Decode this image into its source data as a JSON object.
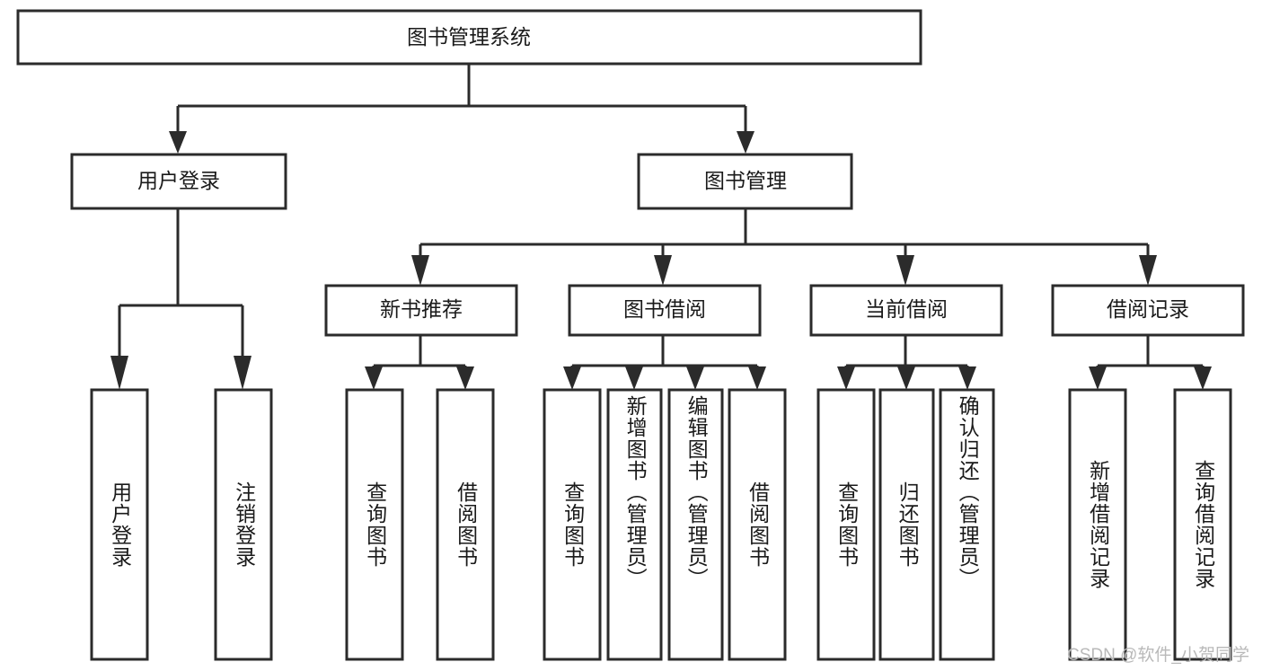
{
  "diagram": {
    "title": "图书管理系统",
    "type": "tree-hierarchy",
    "root": {
      "id": "root",
      "label": "图书管理系统",
      "orientation": "horizontal"
    },
    "level2": [
      {
        "id": "user-login",
        "label": "用户登录",
        "orientation": "horizontal"
      },
      {
        "id": "book-manage",
        "label": "图书管理",
        "orientation": "horizontal"
      }
    ],
    "level3": [
      {
        "id": "new-book-rec",
        "label": "新书推荐",
        "orientation": "horizontal",
        "parent": "book-manage"
      },
      {
        "id": "book-borrow",
        "label": "图书借阅",
        "orientation": "horizontal",
        "parent": "book-manage"
      },
      {
        "id": "current-borrow",
        "label": "当前借阅",
        "orientation": "horizontal",
        "parent": "book-manage"
      },
      {
        "id": "borrow-record",
        "label": "借阅记录",
        "orientation": "horizontal",
        "parent": "book-manage"
      }
    ],
    "leaves": [
      {
        "id": "leaf-user-login",
        "label": "用户登录",
        "parent": "user-login",
        "orientation": "vertical"
      },
      {
        "id": "leaf-user-logout",
        "label": "注销登录",
        "parent": "user-login",
        "orientation": "vertical"
      },
      {
        "id": "leaf-query-book-1",
        "label": "查询图书",
        "parent": "new-book-rec",
        "orientation": "vertical"
      },
      {
        "id": "leaf-borrow-book-1",
        "label": "借阅图书",
        "parent": "new-book-rec",
        "orientation": "vertical"
      },
      {
        "id": "leaf-query-book-2",
        "label": "查询图书",
        "parent": "book-borrow",
        "orientation": "vertical"
      },
      {
        "id": "leaf-add-book",
        "label": "新增图书（管理员）",
        "parent": "book-borrow",
        "orientation": "vertical"
      },
      {
        "id": "leaf-edit-book",
        "label": "编辑图书（管理员）",
        "parent": "book-borrow",
        "orientation": "vertical"
      },
      {
        "id": "leaf-borrow-book-2",
        "label": "借阅图书",
        "parent": "book-borrow",
        "orientation": "vertical"
      },
      {
        "id": "leaf-query-book-3",
        "label": "查询图书",
        "parent": "current-borrow",
        "orientation": "vertical"
      },
      {
        "id": "leaf-return-book",
        "label": "归还图书",
        "parent": "current-borrow",
        "orientation": "vertical"
      },
      {
        "id": "leaf-confirm-return",
        "label": "确认归还（管理员）",
        "parent": "current-borrow",
        "orientation": "vertical"
      },
      {
        "id": "leaf-add-record",
        "label": "新增借阅记录",
        "parent": "borrow-record",
        "orientation": "vertical"
      },
      {
        "id": "leaf-query-record",
        "label": "查询借阅记录",
        "parent": "borrow-record",
        "orientation": "vertical"
      }
    ],
    "colors": {
      "box_stroke": "#2b2b2b",
      "box_fill": "#ffffff",
      "text": "#1a1a1a",
      "background": "#ffffff",
      "watermark": "#b9b9b9"
    }
  },
  "watermark": {
    "text": "CSDN @软件_小贺同学"
  }
}
